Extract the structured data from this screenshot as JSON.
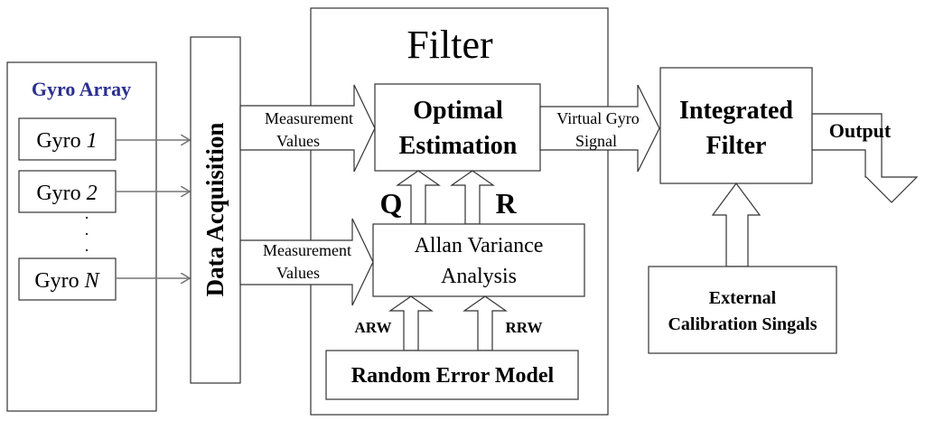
{
  "gyro_array": {
    "title": "Gyro Array",
    "title_color": "#2b2f8f",
    "gyros": [
      {
        "prefix": "Gyro ",
        "index": "1"
      },
      {
        "prefix": "Gyro ",
        "index": "2"
      },
      {
        "prefix": "Gyro ",
        "index": "N"
      }
    ],
    "ellipsis": [
      "·",
      "·",
      "·"
    ]
  },
  "data_acquisition": {
    "label": "Data Acquisition"
  },
  "filter": {
    "title": "Filter",
    "optimal_estimation": {
      "line1": "Optimal",
      "line2": "Estimation"
    },
    "allan_variance": {
      "line1": "Allan Variance",
      "line2": "Analysis"
    },
    "random_error_model": {
      "label": "Random Error Model"
    },
    "q_label": "Q",
    "r_label": "R",
    "arw_label": "ARW",
    "rrw_label": "RRW"
  },
  "measurement_values_top": {
    "line1": "Measurement",
    "line2": "Values"
  },
  "measurement_values_bottom": {
    "line1": "Measurement",
    "line2": "Values"
  },
  "virtual_gyro_signal": {
    "line1": "Virtual Gyro",
    "line2": "Signal"
  },
  "integrated_filter": {
    "line1": "Integrated",
    "line2": "Filter"
  },
  "output": {
    "label": "Output"
  },
  "external_calibration": {
    "line1": "External",
    "line2": "Calibration Singals"
  }
}
